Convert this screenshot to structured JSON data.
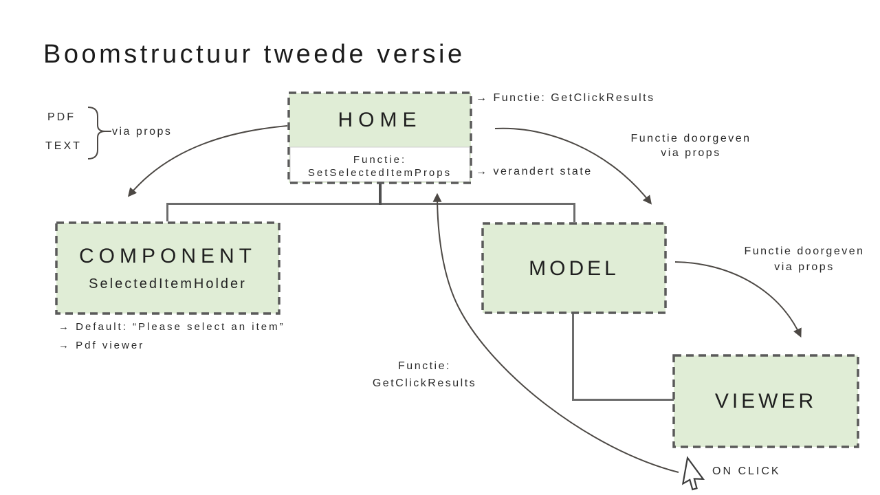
{
  "title": "Boomstructuur tweede versie",
  "colors": {
    "box_fill": "#e0edd6",
    "box_border": "#5a5a5a",
    "connector_gray": "#6c6c6c",
    "arrow_dark": "#4c4844",
    "text": "#232323"
  },
  "nodes": {
    "home": {
      "label": "HOME",
      "function_line1": "Functie:",
      "function_line2": "SetSelectedItemProps"
    },
    "component": {
      "label": "COMPONENT",
      "sublabel": "SelectedItemHolder",
      "note1": "→ Default: “Please select an item”",
      "note2": "→ Pdf viewer"
    },
    "model": {
      "label": "MODEL"
    },
    "viewer": {
      "label": "VIEWER"
    }
  },
  "annotations": {
    "home_function_result": "→ Functie: GetClickResults",
    "home_state_change": "→ verandert state",
    "pass_function_home_model_line1": "Functie doorgeven",
    "pass_function_home_model_line2": "via props",
    "pass_function_model_viewer_line1": "Functie doorgeven",
    "pass_function_model_viewer_line2": "via props",
    "input_pdf": "PDF",
    "input_text": "TEXT",
    "via_props": "via props",
    "click_function_line1": "Functie:",
    "click_function_line2": "GetClickResults",
    "on_click": "ON CLICK"
  }
}
